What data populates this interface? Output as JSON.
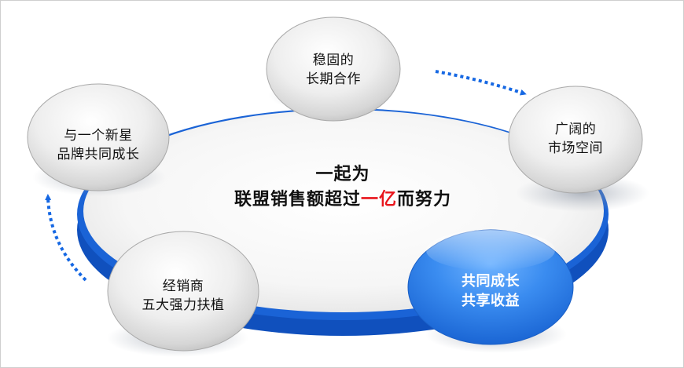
{
  "diagram": {
    "center": {
      "line1": "一起为",
      "line2_before": "联盟销售额超过",
      "line2_highlight": "一亿",
      "line2_after": "而努力"
    },
    "nodes": [
      {
        "id": "top",
        "line1": "稳固的",
        "line2": "长期合作",
        "style": "silver"
      },
      {
        "id": "right",
        "line1": "广阔的",
        "line2": "市场空间",
        "style": "silver"
      },
      {
        "id": "bottom-right",
        "line1": "共同成长",
        "line2": "共享收益",
        "style": "blue"
      },
      {
        "id": "bottom-left",
        "line1": "经销商",
        "line2": "五大强力扶植",
        "style": "silver"
      },
      {
        "id": "left",
        "line1": "与一个新星",
        "line2": "品牌共同成长",
        "style": "silver"
      }
    ],
    "arrows": [
      {
        "id": "top-right-arrow",
        "direction": "clockwise",
        "style": "dotted"
      },
      {
        "id": "left-arrow",
        "direction": "upward",
        "style": "dotted"
      }
    ],
    "colors": {
      "ring": "#1a63d6",
      "ring_front": "#0f56c4",
      "accent_blue": "#2a7fe6",
      "highlight_red": "#e8141b",
      "arrow": "#1668e3"
    }
  }
}
